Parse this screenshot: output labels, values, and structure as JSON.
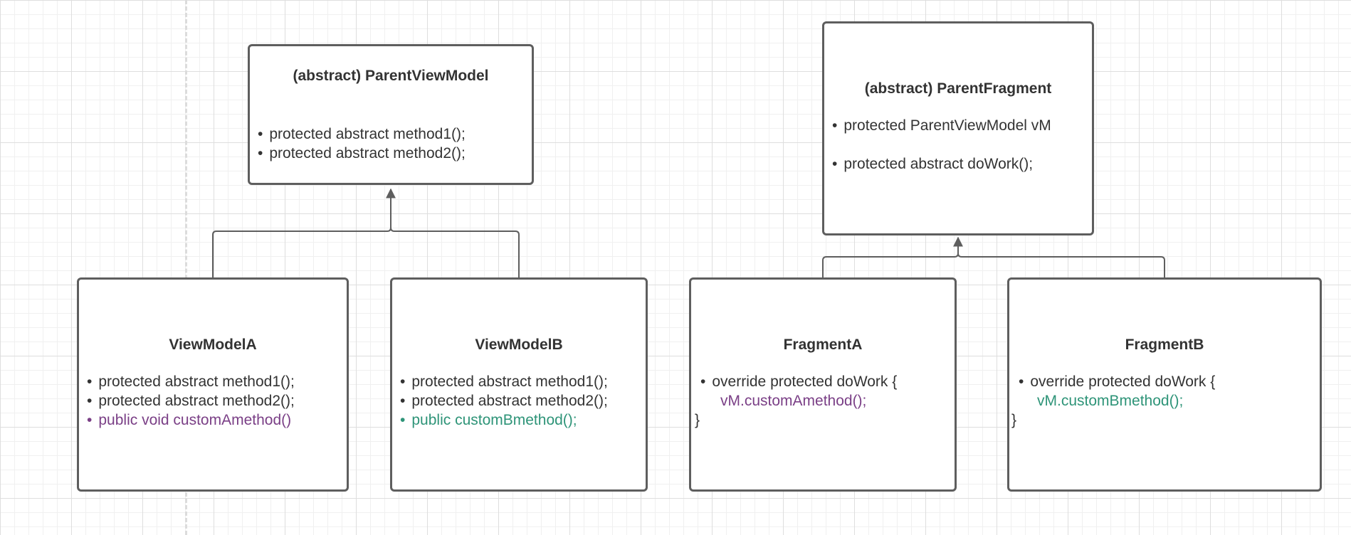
{
  "diagram": {
    "parent_view_model": {
      "title": "(abstract) ParentViewModel",
      "members": [
        "protected abstract method1();",
        "protected abstract method2();"
      ]
    },
    "parent_fragment": {
      "title": "(abstract) ParentFragment",
      "members": [
        "protected ParentViewModel vM",
        "protected abstract doWork();"
      ]
    },
    "view_model_a": {
      "title": "ViewModelA",
      "members": [
        "protected abstract method1();",
        "protected abstract method2();"
      ],
      "custom_member": "public void customAmethod()"
    },
    "view_model_b": {
      "title": "ViewModelB",
      "members": [
        "protected abstract method1();",
        "protected abstract method2();"
      ],
      "custom_member": "public customBmethod();"
    },
    "fragment_a": {
      "title": "FragmentA",
      "override_line": "override protected doWork {",
      "call_line": "vM.customAmethod();",
      "close_brace": "}"
    },
    "fragment_b": {
      "title": "FragmentB",
      "override_line": "override protected doWork {",
      "call_line": "vM.customBmethod();",
      "close_brace": "}"
    },
    "colors": {
      "box_border": "#5e5e5e",
      "text": "#333333",
      "view_model_a_accent": "#7a3f86",
      "view_model_b_accent": "#2e9478"
    }
  }
}
